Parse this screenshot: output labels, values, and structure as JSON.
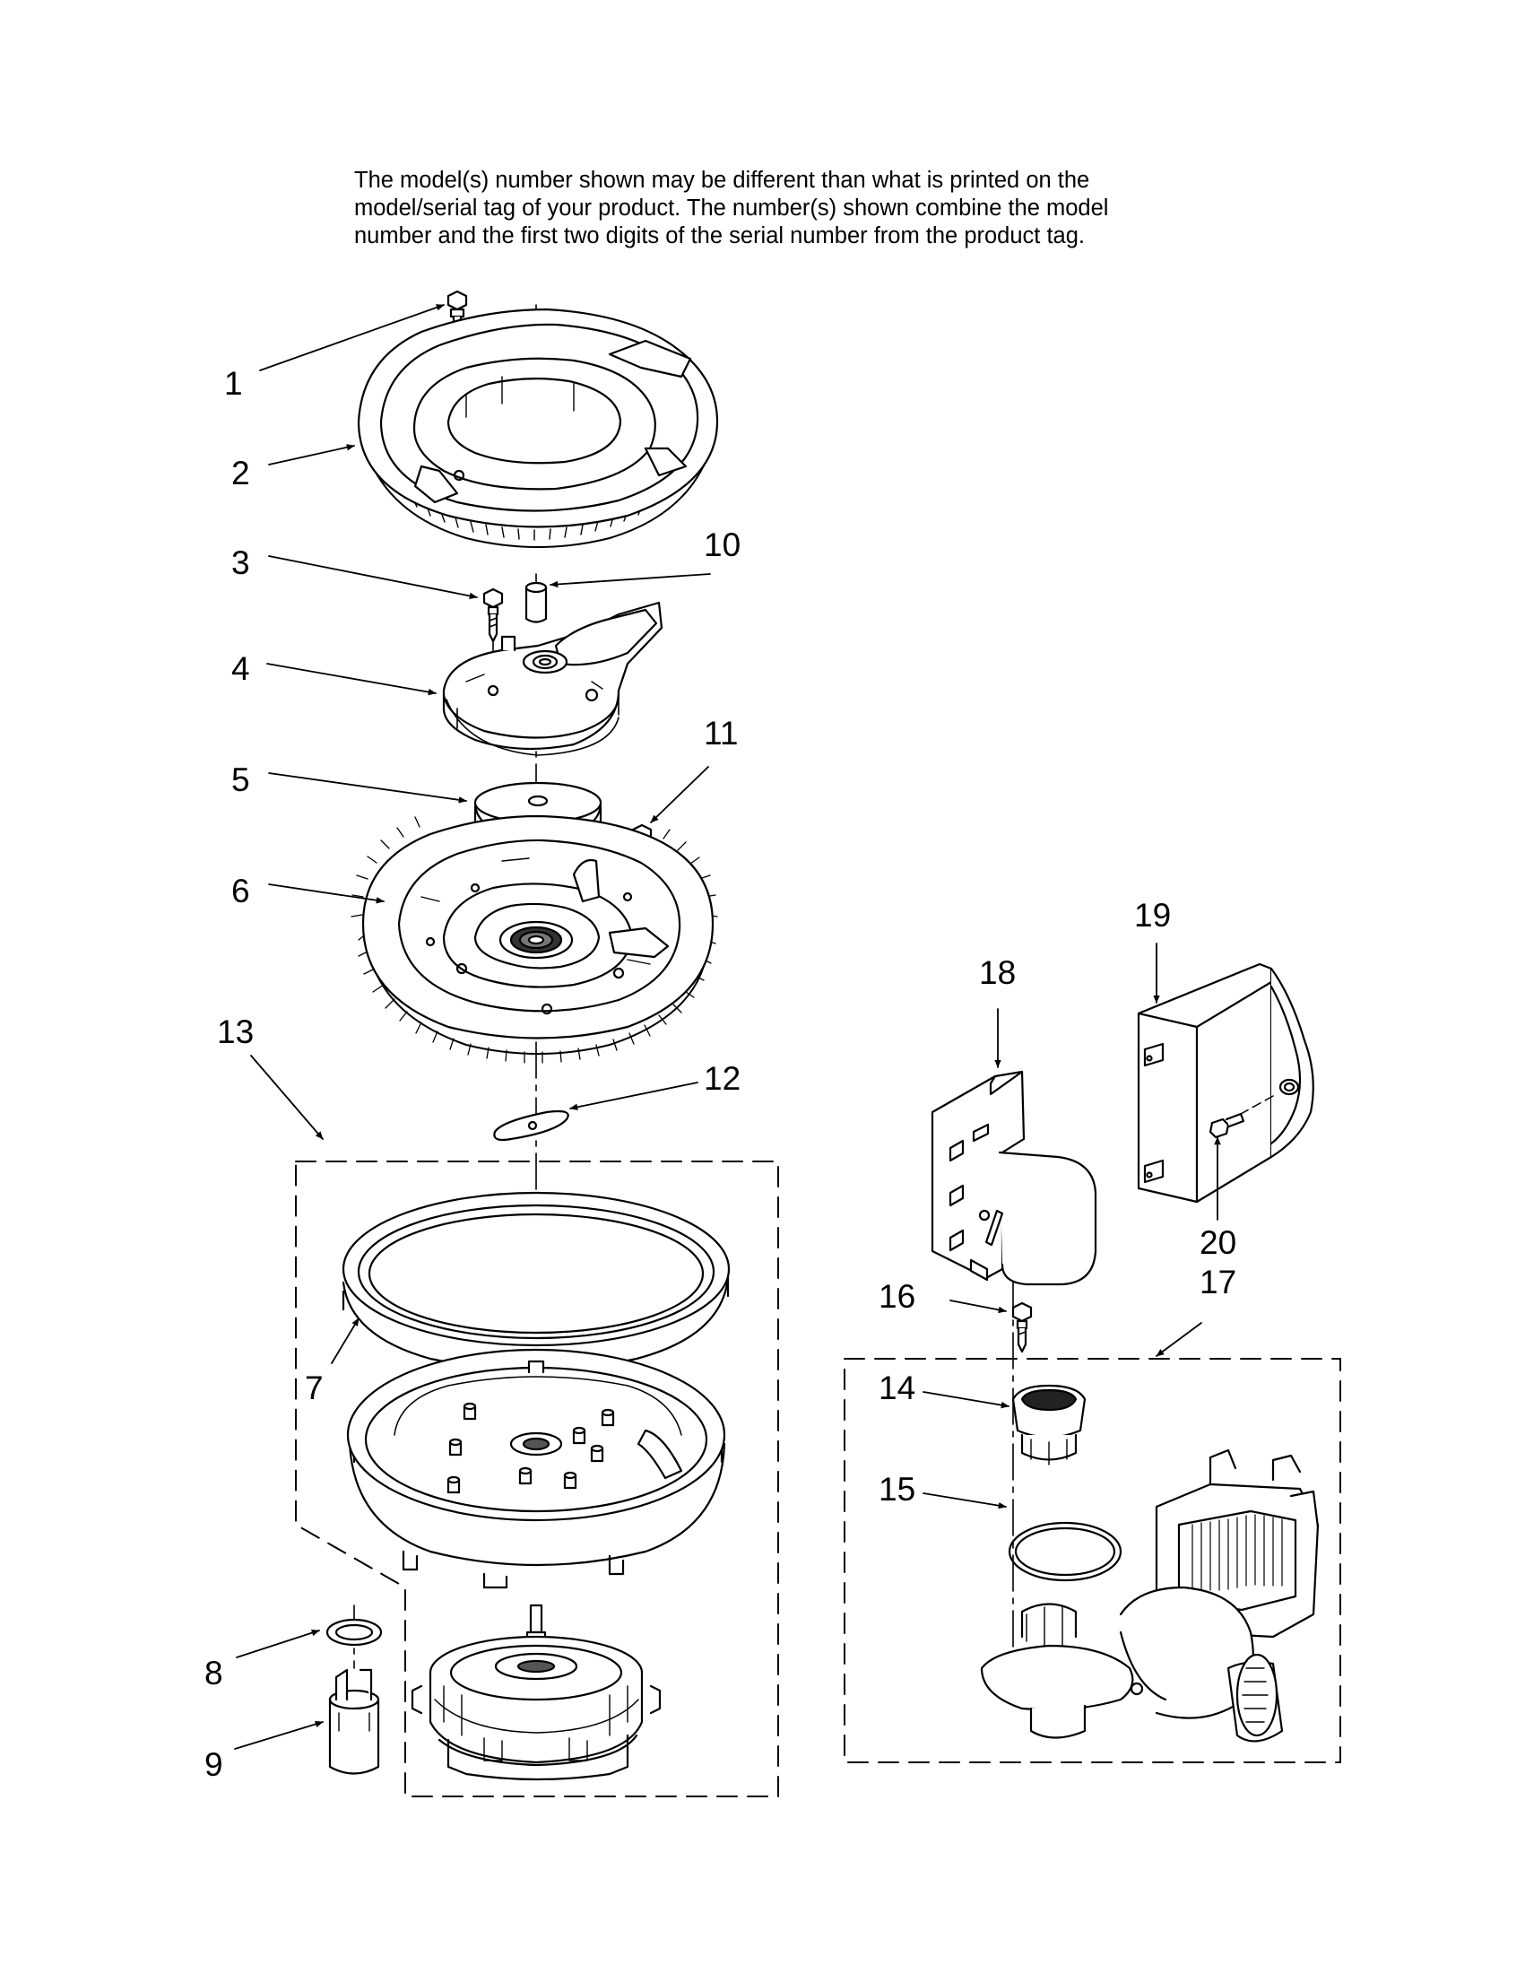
{
  "notice": {
    "line1": "The model(s) number shown may be different than what is printed on the",
    "line2": "model/serial tag of your product. The number(s) shown combine the model",
    "line3": "number and the first two digits of the serial number from the product tag."
  },
  "callouts": {
    "c1": "1",
    "c2": "2",
    "c3": "3",
    "c4": "4",
    "c5": "5",
    "c6": "6",
    "c7": "7",
    "c8": "8",
    "c9": "9",
    "c10": "10",
    "c11": "11",
    "c12": "12",
    "c13": "13",
    "c14": "14",
    "c15": "15",
    "c16": "16",
    "c17": "17",
    "c18": "18",
    "c19": "19",
    "c20": "20"
  }
}
